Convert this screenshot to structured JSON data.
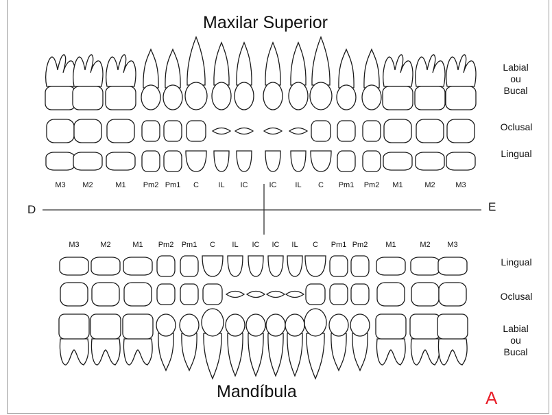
{
  "upper": {
    "title": "Maxilar Superior",
    "labels": [
      "M3",
      "M2",
      "M1",
      "Pm2",
      "Pm1",
      "C",
      "IL",
      "IC",
      "IC",
      "IL",
      "C",
      "Pm1",
      "Pm2",
      "M1",
      "M2",
      "M3"
    ]
  },
  "lower": {
    "title": "Mandíbula",
    "labels": [
      "M3",
      "M2",
      "M1",
      "Pm2",
      "Pm1",
      "C",
      "IL",
      "IC",
      "IC",
      "IL",
      "C",
      "Pm1",
      "Pm2",
      "M1",
      "M2",
      "M3"
    ]
  },
  "views": {
    "upper_labial": [
      "Labial",
      "ou",
      "Bucal"
    ],
    "upper_occlusal": "Oclusal",
    "upper_lingual": "Lingual",
    "lower_lingual": "Lingual",
    "lower_occlusal": "Oclusal",
    "lower_labial": [
      "Labial",
      "ou",
      "Bucal"
    ]
  },
  "axis": {
    "left": "D",
    "right": "E"
  },
  "figure_letter": "A",
  "colors": {
    "ink": "#1a1a1a",
    "letter": "#e8202a",
    "frame": "#9a9a9a"
  }
}
